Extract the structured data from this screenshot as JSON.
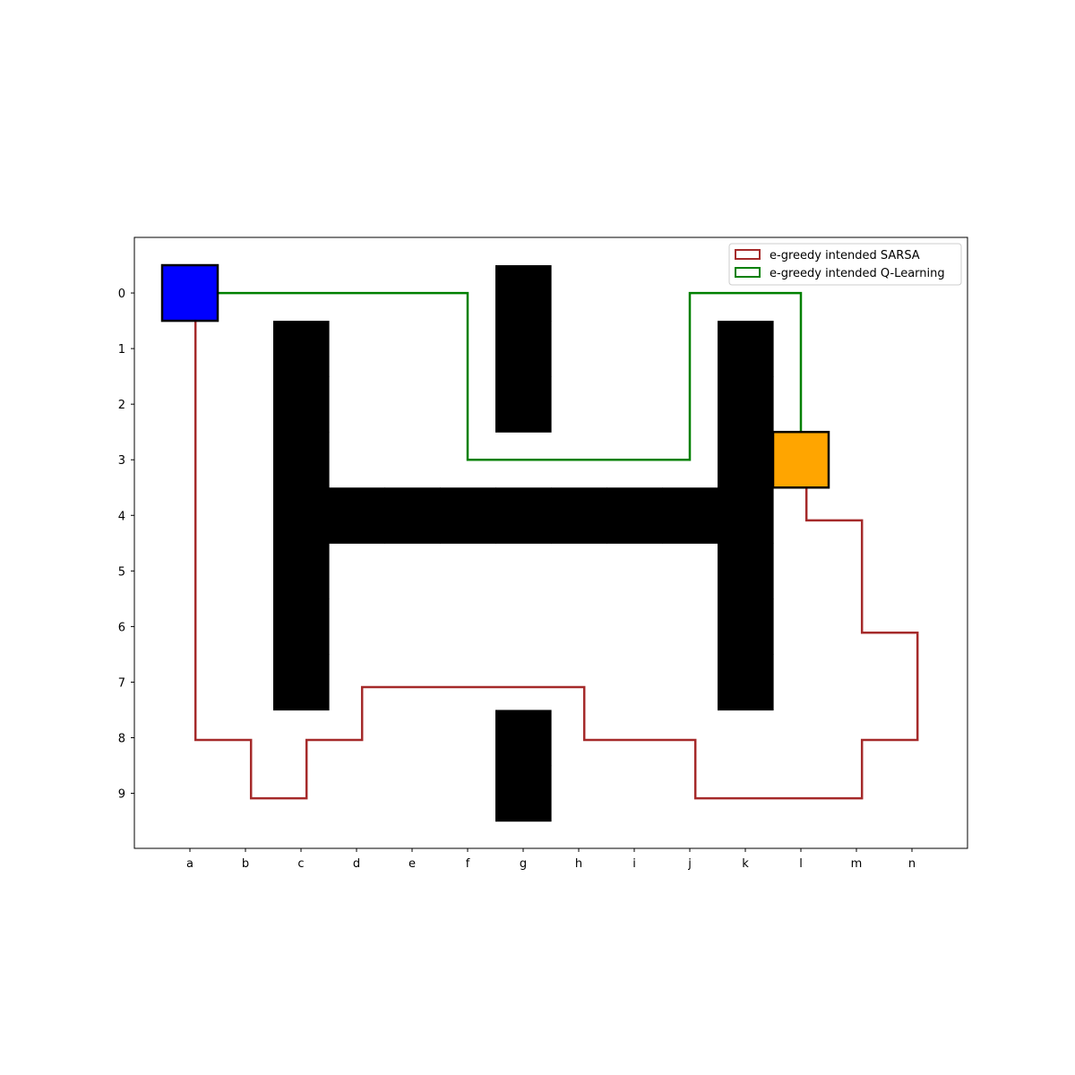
{
  "chart_data": {
    "type": "grid-path",
    "x_tick_labels": [
      "a",
      "b",
      "c",
      "d",
      "e",
      "f",
      "g",
      "h",
      "i",
      "j",
      "k",
      "l",
      "m",
      "n"
    ],
    "y_tick_labels": [
      "0",
      "1",
      "2",
      "3",
      "4",
      "5",
      "6",
      "7",
      "8",
      "9"
    ],
    "xlim": [
      -1,
      14
    ],
    "ylim": [
      9.99,
      -1
    ],
    "y_axis_inverted": true,
    "grid": false,
    "legend_position": "upper right",
    "walls": [
      [
        2,
        1
      ],
      [
        2,
        2
      ],
      [
        2,
        3
      ],
      [
        2,
        4
      ],
      [
        2,
        5
      ],
      [
        2,
        6
      ],
      [
        2,
        7
      ],
      [
        3,
        4
      ],
      [
        4,
        4
      ],
      [
        5,
        4
      ],
      [
        6,
        4
      ],
      [
        7,
        4
      ],
      [
        8,
        4
      ],
      [
        9,
        4
      ],
      [
        10,
        1
      ],
      [
        10,
        2
      ],
      [
        10,
        3
      ],
      [
        10,
        4
      ],
      [
        10,
        5
      ],
      [
        10,
        6
      ],
      [
        10,
        7
      ],
      [
        6,
        0
      ],
      [
        6,
        1
      ],
      [
        6,
        2
      ],
      [
        6,
        8
      ],
      [
        6,
        9
      ]
    ],
    "start": {
      "cell": [
        0,
        0
      ],
      "color": "#0000ff"
    },
    "goal": {
      "cell": [
        11,
        3
      ],
      "color": "#ffa500"
    },
    "series": [
      {
        "name": "e-greedy intended SARSA",
        "color": "#a52a2a",
        "x": [
          0.1,
          0.1,
          1.1,
          1.1,
          2.1,
          2.1,
          3.1,
          3.1,
          7.1,
          7.1,
          9.1,
          9.1,
          12.1,
          12.1,
          13.1,
          13.1,
          12.1,
          12.1,
          11.1,
          11.1
        ],
        "y": [
          0,
          8.04,
          8.04,
          9.09,
          9.09,
          8.04,
          8.04,
          7.09,
          7.09,
          8.04,
          8.04,
          9.09,
          9.09,
          8.04,
          8.04,
          6.11,
          6.11,
          4.09,
          4.09,
          3.5
        ]
      },
      {
        "name": "e-greedy intended Q-Learning",
        "color": "#008000",
        "x": [
          0.5,
          5,
          5,
          9,
          9,
          11,
          11
        ],
        "y": [
          0,
          0,
          3,
          3,
          0,
          0,
          2.5
        ]
      }
    ]
  }
}
